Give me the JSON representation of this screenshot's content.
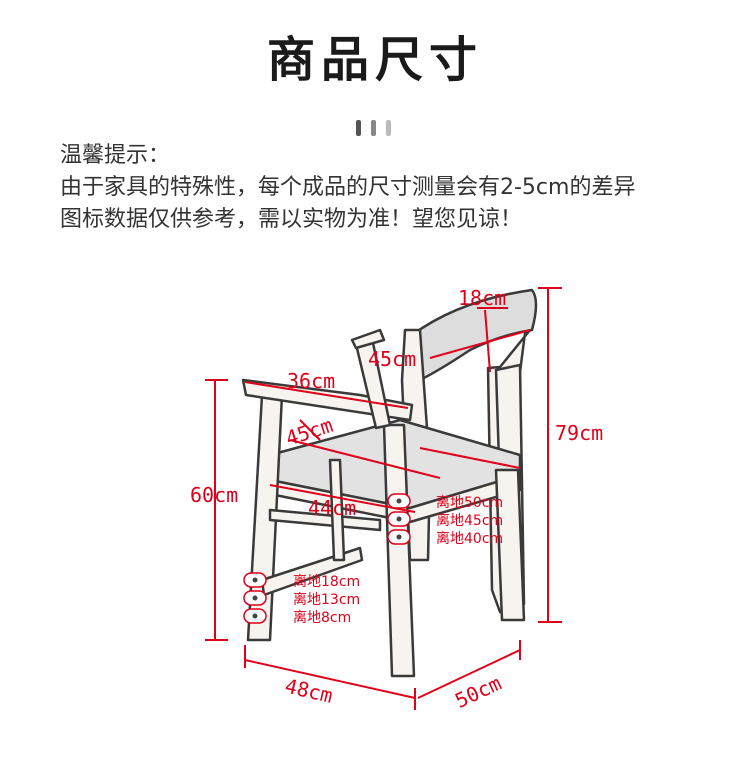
{
  "title": "商品尺寸",
  "colors": {
    "accent": "#e0001a",
    "text": "#333333",
    "bar_dark": "#555555",
    "bar_light": "#bbbbbb"
  },
  "notice": {
    "line1": "温馨提示：",
    "line2": "由于家具的特殊性，每个成品的尺寸测量会有2-5cm的差异",
    "line3": "图标数据仅供参考，需以实物为准！望您见谅！"
  },
  "dimensions": {
    "backrest_depth": "18cm",
    "backrest_width": "45cm",
    "armrest_length": "36cm",
    "seat_depth": "45cm",
    "seat_width": "44cm",
    "total_height": "79cm",
    "seat_height": "60cm",
    "base_width": "48cm",
    "base_depth": "50cm"
  },
  "seat_holes": [
    {
      "label": "离地50cm"
    },
    {
      "label": "离地45cm"
    },
    {
      "label": "离地40cm"
    }
  ],
  "footrest_holes": [
    {
      "label": "离地18cm"
    },
    {
      "label": "离地13cm"
    },
    {
      "label": "离地8cm"
    }
  ]
}
